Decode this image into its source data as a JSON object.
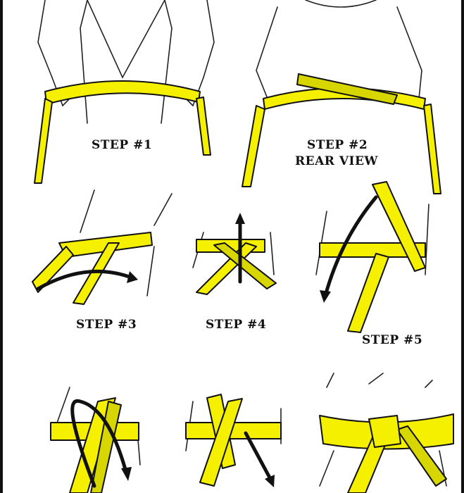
{
  "title": "How to tie a martial arts belt",
  "colors": {
    "belt": "#f5f000",
    "belt_shade": "#d8d600",
    "ink": "#111111"
  },
  "steps": [
    {
      "label": "STEP #1"
    },
    {
      "label": "STEP #2",
      "sublabel": "REAR VIEW"
    },
    {
      "label": "STEP #3"
    },
    {
      "label": "STEP #4"
    },
    {
      "label": "STEP #5"
    }
  ]
}
